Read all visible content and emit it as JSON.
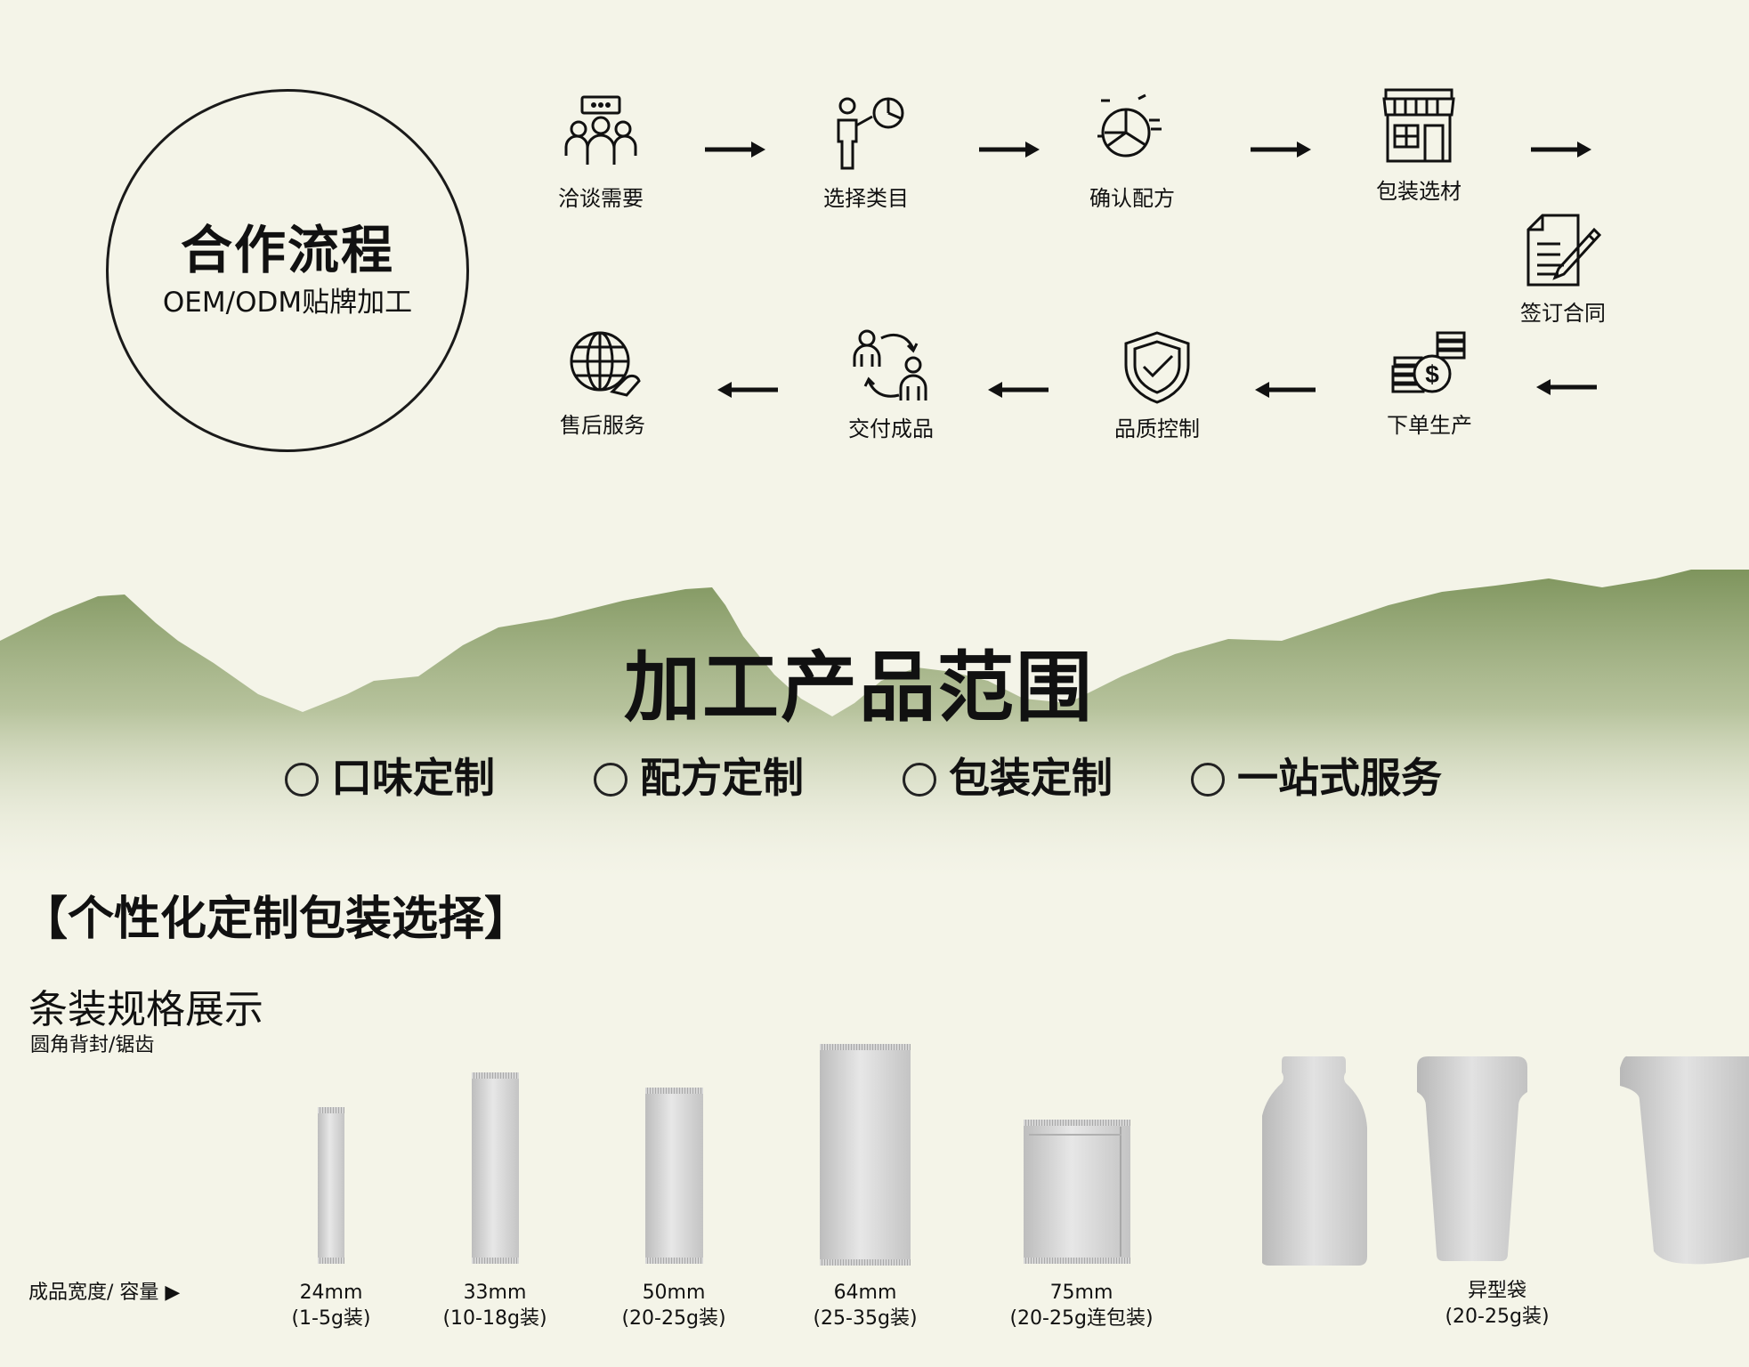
{
  "cooperation": {
    "title": "合作流程",
    "subtitle": "OEM/ODM贴牌加工",
    "steps": [
      {
        "label": "洽谈需要",
        "icon": "meeting-people-icon"
      },
      {
        "label": "选择类目",
        "icon": "presenter-chart-icon"
      },
      {
        "label": "确认配方",
        "icon": "pie-chart-icon"
      },
      {
        "label": "包装选材",
        "icon": "shop-icon"
      },
      {
        "label": "签订合同",
        "icon": "contract-sign-icon"
      },
      {
        "label": "下单生产",
        "icon": "coins-dollar-icon"
      },
      {
        "label": "品质控制",
        "icon": "shield-check-icon"
      },
      {
        "label": "交付成品",
        "icon": "exchange-people-icon"
      },
      {
        "label": "售后服务",
        "icon": "globe-hand-icon"
      }
    ]
  },
  "scope": {
    "title": "加工产品范围",
    "items": [
      "口味定制",
      "配方定制",
      "包装定制",
      "一站式服务"
    ]
  },
  "packaging": {
    "section_title": "【个性化定制包装选择】",
    "spec_title": "条装规格展示",
    "spec_note": "圆角背封/锯齿",
    "size_label": "成品宽度/ 容量 ▶",
    "items": [
      {
        "width": "24mm",
        "capacity": "(1-5g装)"
      },
      {
        "width": "33mm",
        "capacity": "(10-18g装)"
      },
      {
        "width": "50mm",
        "capacity": "(20-25g装)"
      },
      {
        "width": "64mm",
        "capacity": "(25-35g装)"
      },
      {
        "width": "75mm",
        "capacity": "(20-25g连包装)"
      },
      {
        "width": "异型袋",
        "capacity": "(20-25g装)"
      }
    ]
  },
  "colors": {
    "background": "#f4f4e8",
    "mountain_green": "#7a9158",
    "text": "#111111"
  }
}
